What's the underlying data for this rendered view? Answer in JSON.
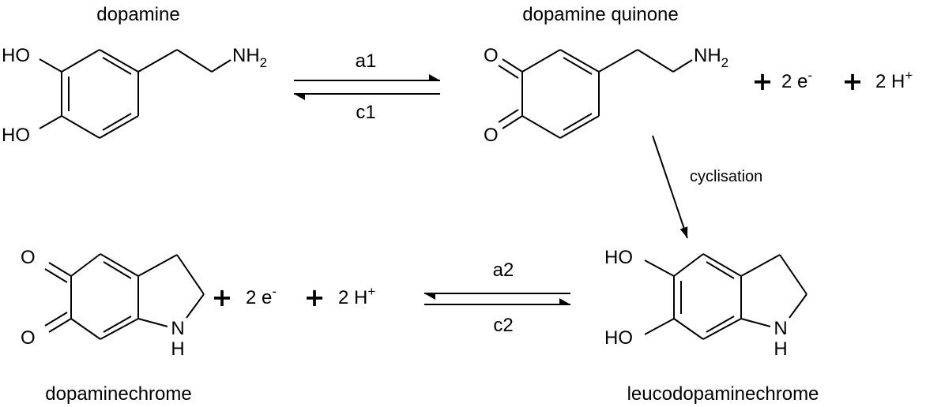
{
  "molecules": {
    "dopamine": {
      "name": "dopamine",
      "ho_top": "HO",
      "ho_bottom": "HO",
      "nh": "NH",
      "nh_sub": "2"
    },
    "dopamine_quinone": {
      "name": "dopamine quinone",
      "o_top": "O",
      "o_bottom": "O",
      "nh": "NH",
      "nh_sub": "2"
    },
    "dopaminechrome": {
      "name": "dopaminechrome",
      "o_top": "O",
      "o_bottom": "O",
      "n": "N",
      "h": "H"
    },
    "leucodopaminechrome": {
      "name": "leucodopaminechrome",
      "ho_top": "HO",
      "ho_bottom": "HO",
      "n": "N",
      "h": "H"
    }
  },
  "terms": {
    "plus": "+",
    "electrons": "2 e",
    "electron_charge": "-",
    "protons": "2 H",
    "proton_charge": "+"
  },
  "arrows": {
    "a1": "a1",
    "c1": "c1",
    "a2": "a2",
    "c2": "c2",
    "cyclisation": "cyclisation"
  }
}
